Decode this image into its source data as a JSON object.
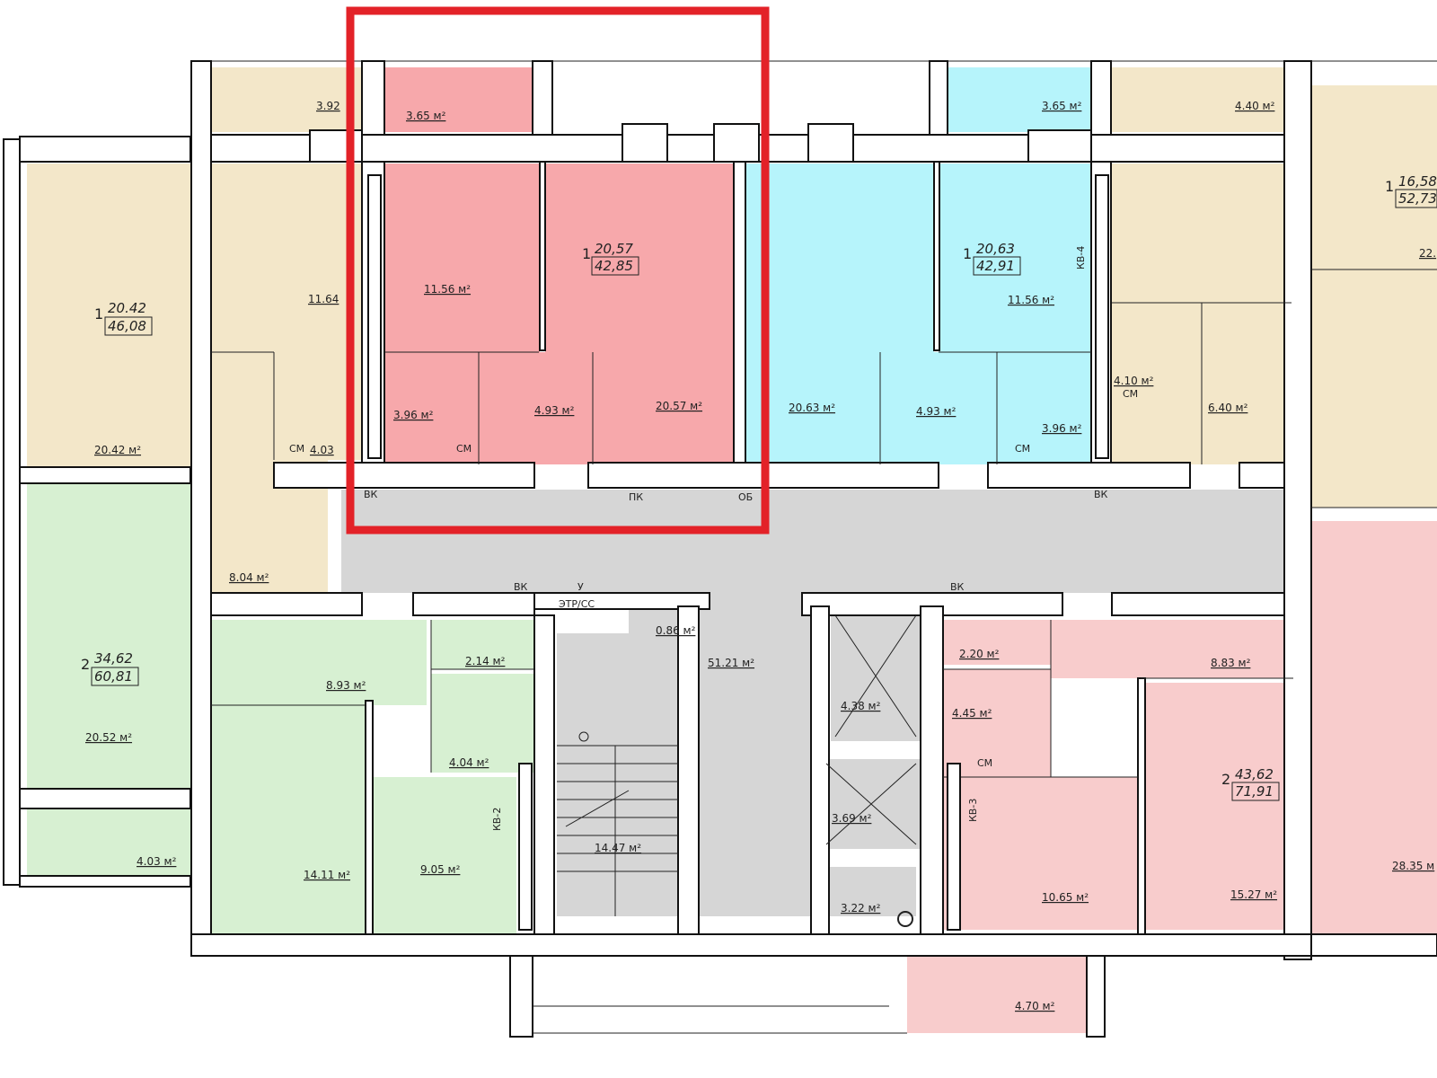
{
  "colors": {
    "red": "#f7a8ab",
    "pink": "#f8cccc",
    "cyan": "#b6f4fb",
    "beige": "#f3e7c9",
    "green": "#d7f0d2",
    "gray": "#d6d6d6",
    "highlight": "#e32228"
  },
  "apartments": [
    {
      "rooms": "1",
      "living": "20.42",
      "total": "46,08"
    },
    {
      "rooms": "1",
      "living": "20,57",
      "total": "42,85"
    },
    {
      "rooms": "1",
      "living": "20,63",
      "total": "42,91"
    },
    {
      "rooms": "1",
      "living": "16,58",
      "total": "52,73"
    },
    {
      "rooms": "2",
      "living": "34,62",
      "total": "60,81"
    },
    {
      "rooms": "2",
      "living": "43,62",
      "total": "71,91"
    }
  ],
  "areas": [
    "3.92",
    "3.65 м²",
    "3.65 м²",
    "4.40 м²",
    "11.64",
    "20.42 м²",
    "11.56 м²",
    "3.96 м²",
    "4.93 м²",
    "20.57 м²",
    "20.63 м²",
    "4.93 м²",
    "11.56 м²",
    "3.96 м²",
    "4.10 м²",
    "6.40 м²",
    "22.",
    "4.03",
    "8.04 м²",
    "20.52 м²",
    "4.03 м²",
    "8.93 м²",
    "2.14 м²",
    "4.04 м²",
    "14.11 м²",
    "9.05 м²",
    "0.86 м²",
    "51.21 м²",
    "14.47 м²",
    "4.38 м²",
    "3.69 м²",
    "3.22 м²",
    "2.20 м²",
    "8.83 м²",
    "4.45 м²",
    "10.65 м²",
    "15.27 м²",
    "28.35 м",
    "4.70 м²"
  ],
  "tags": {
    "vk": "ВК",
    "pk": "ПК",
    "os": "ОБ",
    "u": "У",
    "etr": "ЭТР/СС",
    "kv2": "КВ-2",
    "kv4": "КВ-4",
    "kv3": "КВ-3",
    "cm": "СМ"
  }
}
